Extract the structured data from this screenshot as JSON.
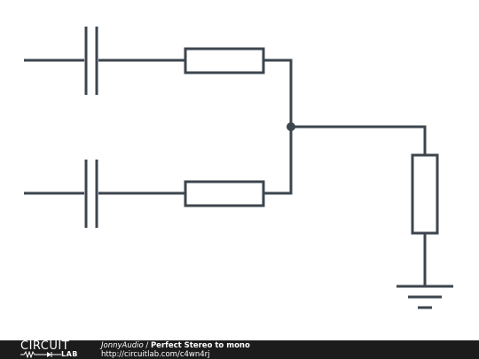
{
  "footer": {
    "logo_top": "CIRCUIT",
    "logo_bottom": "LAB",
    "author": "JonnyAudio",
    "separator": " / ",
    "title": "Perfect Stereo to mono",
    "url": "http://circuitlab.com/c4wn4rj"
  },
  "colors": {
    "wire": "#3d454d",
    "footer_bg": "#1c1c1c",
    "footer_text": "#ffffff"
  },
  "components": [
    {
      "type": "capacitor",
      "name": "capacitor-top"
    },
    {
      "type": "capacitor",
      "name": "capacitor-bottom"
    },
    {
      "type": "resistor",
      "name": "resistor-top"
    },
    {
      "type": "resistor",
      "name": "resistor-bottom"
    },
    {
      "type": "resistor",
      "name": "resistor-load"
    },
    {
      "type": "ground",
      "name": "ground-symbol"
    },
    {
      "type": "junction",
      "name": "junction-node"
    }
  ]
}
